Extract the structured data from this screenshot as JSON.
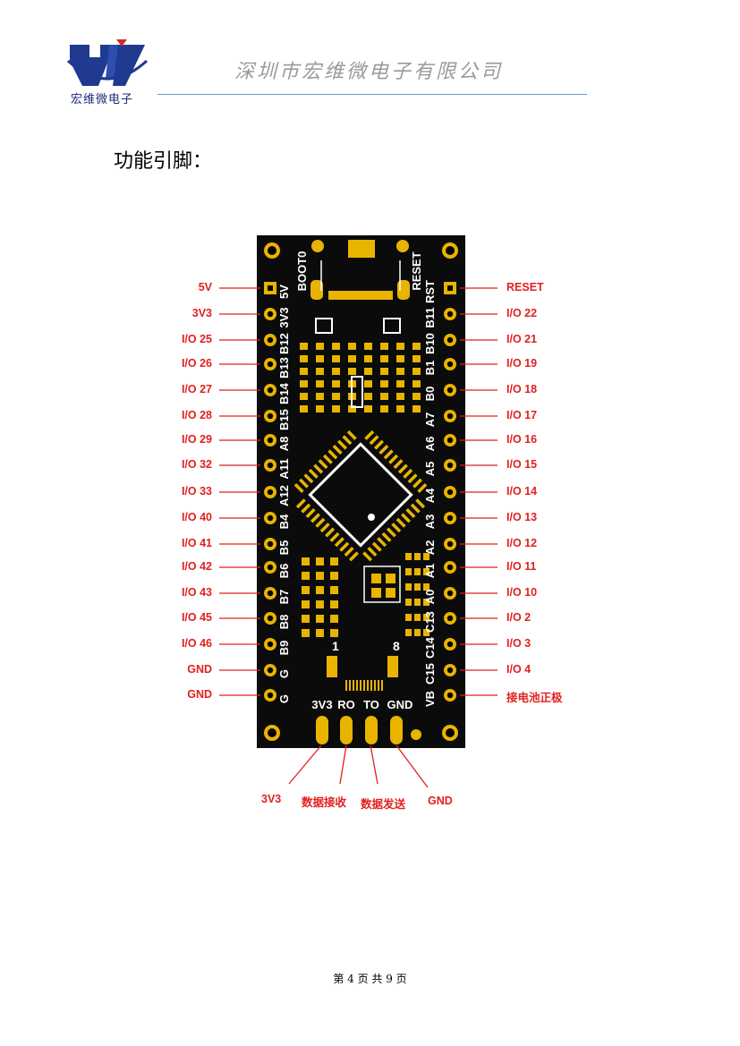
{
  "header": {
    "logo_text": "宏维微电子",
    "company_name": "深圳市宏维微电子有限公司"
  },
  "section_title": "功能引脚：",
  "board": {
    "top_labels": [
      "BOOT0",
      "RESET"
    ],
    "left_silk": [
      "5V",
      "3V3",
      "B12",
      "B13",
      "B14",
      "B15",
      "A8",
      "A11",
      "A12",
      "B4",
      "B5",
      "B6",
      "B7",
      "B8",
      "B9",
      "G",
      "G"
    ],
    "right_silk": [
      "RST",
      "B11",
      "B10",
      "B1",
      "B0",
      "A7",
      "A6",
      "A5",
      "A4",
      "A3",
      "A2",
      "A1",
      "A0",
      "C13",
      "C14",
      "C15",
      "VB"
    ],
    "bottom_silk": [
      "3V3",
      "RO",
      "TO",
      "GND"
    ],
    "chip_marks": [
      "1",
      "8"
    ]
  },
  "left_labels": [
    "5V",
    "3V3",
    "I/O 25",
    "I/O 26",
    "I/O 27",
    "I/O 28",
    "I/O 29",
    "I/O 32",
    "I/O 33",
    "I/O 40",
    "I/O 41",
    "I/O 42",
    "I/O 43",
    "I/O 45",
    "I/O 46",
    "GND",
    "GND"
  ],
  "right_labels": [
    "RESET",
    "I/O 22",
    "I/O 21",
    "I/O 19",
    "I/O 18",
    "I/O 17",
    "I/O 16",
    "I/O 15",
    "I/O 14",
    "I/O 13",
    "I/O 12",
    "I/O 11",
    "I/O 10",
    "I/O 2",
    "I/O 3",
    "I/O 4",
    "接电池正极"
  ],
  "bottom_labels": [
    "3V3",
    "数据接收",
    "数据发送",
    "GND"
  ],
  "footer": "第 4 页 共 9 页",
  "colors": {
    "label_red": "#e1201f",
    "board_black": "#0b0b0b",
    "pad_gold": "#e8b400",
    "logo_blue": "#1f2a7a"
  }
}
